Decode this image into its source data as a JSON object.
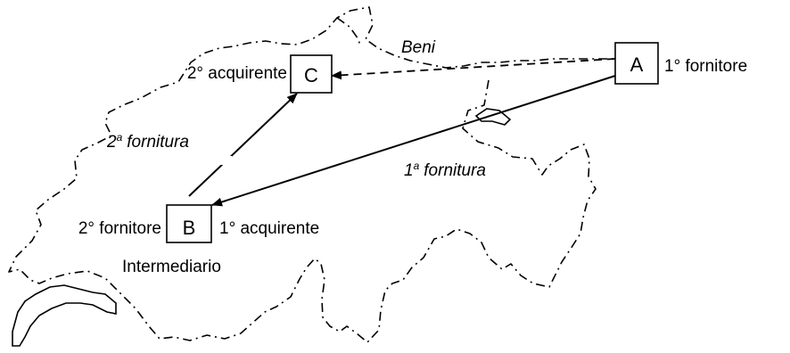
{
  "nodes": {
    "a": {
      "letter": "A",
      "role": "1° fornitore"
    },
    "b": {
      "letter": "B",
      "role_left": "2° fornitore",
      "role_right": "1° acquirente",
      "subtitle": "Intermediario"
    },
    "c": {
      "letter": "C",
      "role": "2° acquirente"
    }
  },
  "flows": {
    "goods": "Beni",
    "first_supply": {
      "prefix": "1",
      "sup": "a",
      "word": "fornitura"
    },
    "second_supply": {
      "prefix": "2",
      "sup": "a",
      "word": "fornitura"
    }
  },
  "colors": {
    "ink": "#000000",
    "background": "#ffffff"
  }
}
